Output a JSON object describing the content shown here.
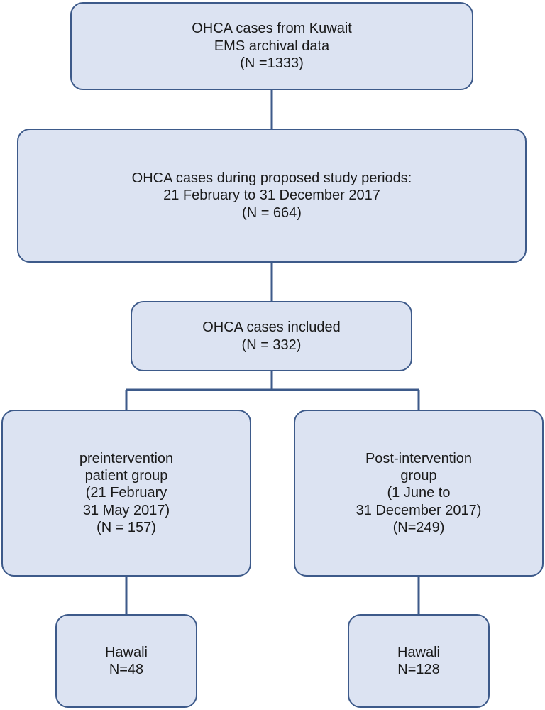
{
  "flowchart": {
    "source": {
      "line1": "OHCA cases from Kuwait",
      "line2": "EMS archival data",
      "line3": "(N =1333)"
    },
    "study_period": {
      "line1": "OHCA cases during proposed study periods:",
      "line2": "21 February to 31 December 2017",
      "line3": "(N = 664)"
    },
    "included": {
      "line1": "OHCA cases included",
      "line2": "(N = 332)"
    },
    "pre_group": {
      "line1": "preintervention",
      "line2": "patient group",
      "line3": "(21 February",
      "line4": "31 May 2017)",
      "line5": "(N = 157)"
    },
    "post_group": {
      "line1": "Post-intervention",
      "line2": "group",
      "line3": "(1 June to",
      "line4": "31 December 2017)",
      "line5": "(N=249)"
    },
    "pre_hawali": {
      "line1": "Hawali",
      "line2": "N=48"
    },
    "post_hawali": {
      "line1": "Hawali",
      "line2": "N=128"
    }
  },
  "colors": {
    "box_fill": "#dce3f2",
    "box_border": "#3d5a8a",
    "connector": "#3d5a8a"
  }
}
